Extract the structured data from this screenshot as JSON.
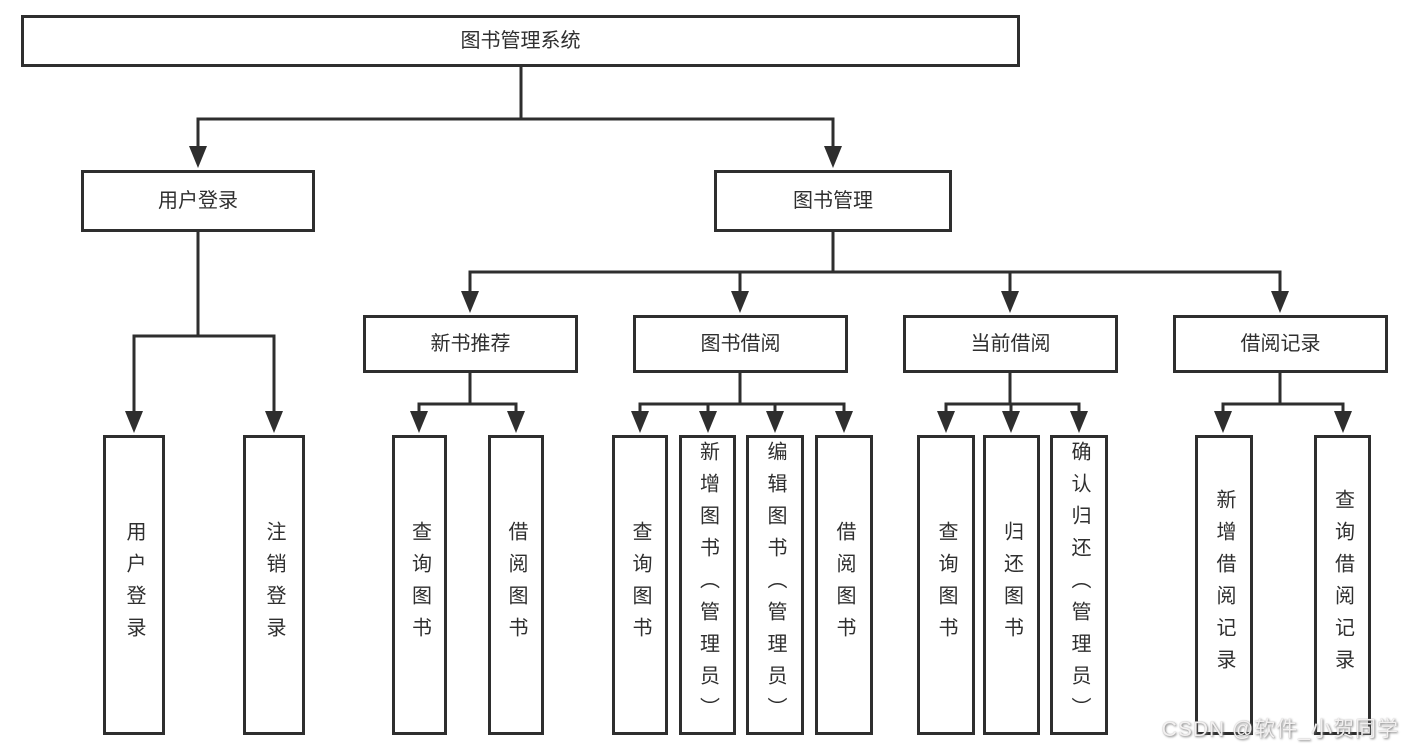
{
  "diagram": {
    "root": "图书管理系统",
    "level2": [
      "用户登录",
      "图书管理"
    ],
    "level3": [
      "新书推荐",
      "图书借阅",
      "当前借阅",
      "借阅记录"
    ],
    "leaves": {
      "user_login": [
        "用户登录",
        "注销登录"
      ],
      "new_book": [
        "查询图书",
        "借阅图书"
      ],
      "book_borrow": [
        "查询图书",
        "新增图书（管理员）",
        "编辑图书（管理员）",
        "借阅图书"
      ],
      "current_borrow": [
        "查询图书",
        "归还图书",
        "确认归还（管理员）"
      ],
      "borrow_record": [
        "新增借阅记录",
        "查询借阅记录"
      ]
    }
  },
  "watermark": "CSDN @软件_小贺同学",
  "colors": {
    "line": "#2e2e2e",
    "text": "#2f2f2f",
    "background": "#ffffff",
    "watermark_text": "#f2f0f0"
  }
}
